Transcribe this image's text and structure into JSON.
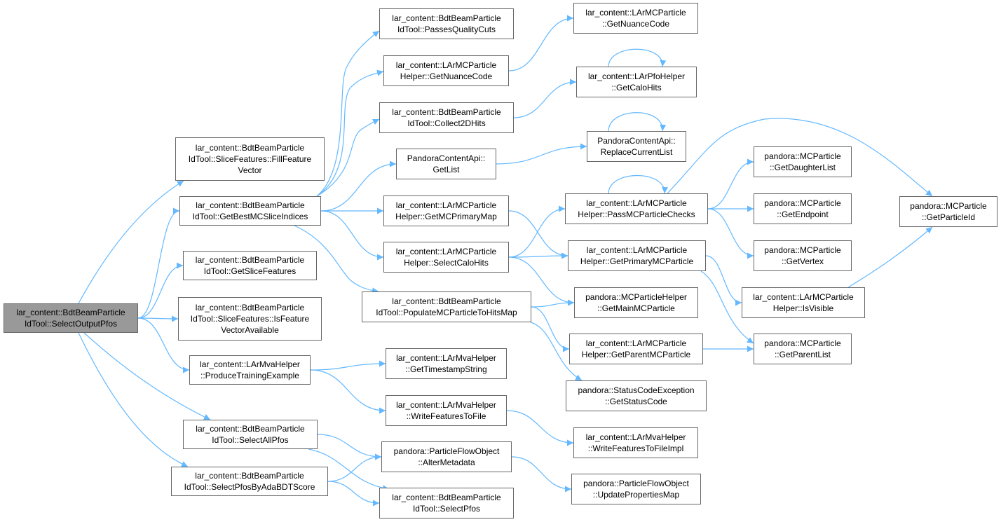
{
  "graph": {
    "edge_color": "#63b8ff",
    "root_fill": "#999999",
    "node_border": "#666666",
    "nodes": [
      {
        "id": "select_output",
        "lines": [
          "lar_content::BdtBeamParticle",
          "IdTool::SelectOutputPfos"
        ],
        "root": true
      },
      {
        "id": "fill_feature_vector",
        "lines": [
          "lar_content::BdtBeamParticle",
          "IdTool::SliceFeatures::FillFeature",
          "Vector"
        ]
      },
      {
        "id": "get_best_mc_slice",
        "lines": [
          "lar_content::BdtBeamParticle",
          "IdTool::GetBestMCSliceIndices"
        ]
      },
      {
        "id": "get_slice_features",
        "lines": [
          "lar_content::BdtBeamParticle",
          "IdTool::GetSliceFeatures"
        ]
      },
      {
        "id": "is_feature_vector_available",
        "lines": [
          "lar_content::BdtBeamParticle",
          "IdTool::SliceFeatures::IsFeature",
          "VectorAvailable"
        ]
      },
      {
        "id": "produce_training_example",
        "lines": [
          "lar_content::LArMvaHelper",
          "::ProduceTrainingExample"
        ]
      },
      {
        "id": "select_all_pfos",
        "lines": [
          "lar_content::BdtBeamParticle",
          "IdTool::SelectAllPfos"
        ]
      },
      {
        "id": "select_pfos_by_ada",
        "lines": [
          "lar_content::BdtBeamParticle",
          "IdTool::SelectPfosByAdaBDTScore"
        ]
      },
      {
        "id": "passes_quality_cuts",
        "lines": [
          "lar_content::BdtBeamParticle",
          "IdTool::PassesQualityCuts"
        ]
      },
      {
        "id": "mchelper_get_nuance",
        "lines": [
          "lar_content::LArMCParticle",
          "Helper::GetNuanceCode"
        ]
      },
      {
        "id": "collect_2d_hits",
        "lines": [
          "lar_content::BdtBeamParticle",
          "IdTool::Collect2DHits"
        ]
      },
      {
        "id": "pandora_get_list",
        "lines": [
          "PandoraContentApi::",
          "GetList"
        ]
      },
      {
        "id": "get_mc_primary_map",
        "lines": [
          "lar_content::LArMCParticle",
          "Helper::GetMCPrimaryMap"
        ]
      },
      {
        "id": "select_calo_hits",
        "lines": [
          "lar_content::LArMCParticle",
          "Helper::SelectCaloHits"
        ]
      },
      {
        "id": "populate_mc_to_hits",
        "lines": [
          "lar_content::BdtBeamParticle",
          "IdTool::PopulateMCParticleToHitsMap"
        ]
      },
      {
        "id": "get_timestamp_string",
        "lines": [
          "lar_content::LArMvaHelper",
          "::GetTimestampString"
        ]
      },
      {
        "id": "write_features_to_file",
        "lines": [
          "lar_content::LArMvaHelper",
          "::WriteFeaturesToFile"
        ]
      },
      {
        "id": "alter_metadata",
        "lines": [
          "pandora::ParticleFlowObject",
          "::AlterMetadata"
        ]
      },
      {
        "id": "select_pfos",
        "lines": [
          "lar_content::BdtBeamParticle",
          "IdTool::SelectPfos"
        ]
      },
      {
        "id": "mcparticle_get_nuance",
        "lines": [
          "lar_content::LArMCParticle",
          "::GetNuanceCode"
        ]
      },
      {
        "id": "pfo_get_calo_hits",
        "lines": [
          "lar_content::LArPfoHelper",
          "::GetCaloHits"
        ]
      },
      {
        "id": "replace_current_list",
        "lines": [
          "PandoraContentApi::",
          "ReplaceCurrentList"
        ]
      },
      {
        "id": "pass_mc_checks",
        "lines": [
          "lar_content::LArMCParticle",
          "Helper::PassMCParticleChecks"
        ]
      },
      {
        "id": "get_primary_mc",
        "lines": [
          "lar_content::LArMCParticle",
          "Helper::GetPrimaryMCParticle"
        ]
      },
      {
        "id": "get_main_mc",
        "lines": [
          "pandora::MCParticleHelper",
          "::GetMainMCParticle"
        ]
      },
      {
        "id": "get_parent_mc",
        "lines": [
          "lar_content::LArMCParticle",
          "Helper::GetParentMCParticle"
        ]
      },
      {
        "id": "get_status_code",
        "lines": [
          "pandora::StatusCodeException",
          "::GetStatusCode"
        ]
      },
      {
        "id": "write_features_impl",
        "lines": [
          "lar_content::LArMvaHelper",
          "::WriteFeaturesToFileImpl"
        ]
      },
      {
        "id": "update_properties_map",
        "lines": [
          "pandora::ParticleFlowObject",
          "::UpdatePropertiesMap"
        ]
      },
      {
        "id": "get_daughter_list",
        "lines": [
          "pandora::MCParticle",
          "::GetDaughterList"
        ]
      },
      {
        "id": "get_endpoint",
        "lines": [
          "pandora::MCParticle",
          "::GetEndpoint"
        ]
      },
      {
        "id": "get_vertex",
        "lines": [
          "pandora::MCParticle",
          "::GetVertex"
        ]
      },
      {
        "id": "is_visible",
        "lines": [
          "lar_content::LArMCParticle",
          "Helper::IsVisible"
        ]
      },
      {
        "id": "get_parent_list",
        "lines": [
          "pandora::MCParticle",
          "::GetParentList"
        ]
      },
      {
        "id": "get_particle_id",
        "lines": [
          "pandora::MCParticle",
          "::GetParticleId"
        ]
      }
    ],
    "edges": [
      [
        "select_output",
        "fill_feature_vector"
      ],
      [
        "select_output",
        "get_best_mc_slice"
      ],
      [
        "select_output",
        "get_slice_features"
      ],
      [
        "select_output",
        "is_feature_vector_available"
      ],
      [
        "select_output",
        "produce_training_example"
      ],
      [
        "select_output",
        "select_all_pfos"
      ],
      [
        "select_output",
        "select_pfos_by_ada"
      ],
      [
        "get_best_mc_slice",
        "passes_quality_cuts"
      ],
      [
        "get_best_mc_slice",
        "mchelper_get_nuance"
      ],
      [
        "get_best_mc_slice",
        "collect_2d_hits"
      ],
      [
        "get_best_mc_slice",
        "pandora_get_list"
      ],
      [
        "get_best_mc_slice",
        "get_mc_primary_map"
      ],
      [
        "get_best_mc_slice",
        "select_calo_hits"
      ],
      [
        "get_best_mc_slice",
        "populate_mc_to_hits"
      ],
      [
        "mchelper_get_nuance",
        "mcparticle_get_nuance"
      ],
      [
        "collect_2d_hits",
        "pfo_get_calo_hits"
      ],
      [
        "pfo_get_calo_hits",
        "pfo_get_calo_hits"
      ],
      [
        "pandora_get_list",
        "replace_current_list"
      ],
      [
        "replace_current_list",
        "replace_current_list"
      ],
      [
        "get_mc_primary_map",
        "get_primary_mc"
      ],
      [
        "select_calo_hits",
        "pass_mc_checks"
      ],
      [
        "select_calo_hits",
        "get_primary_mc"
      ],
      [
        "select_calo_hits",
        "get_main_mc"
      ],
      [
        "populate_mc_to_hits",
        "get_main_mc"
      ],
      [
        "populate_mc_to_hits",
        "get_parent_mc"
      ],
      [
        "populate_mc_to_hits",
        "get_status_code"
      ],
      [
        "pass_mc_checks",
        "pass_mc_checks"
      ],
      [
        "pass_mc_checks",
        "get_daughter_list"
      ],
      [
        "pass_mc_checks",
        "get_endpoint"
      ],
      [
        "pass_mc_checks",
        "get_vertex"
      ],
      [
        "pass_mc_checks",
        "get_particle_id"
      ],
      [
        "get_primary_mc",
        "is_visible"
      ],
      [
        "get_primary_mc",
        "get_parent_list"
      ],
      [
        "get_parent_mc",
        "get_parent_list"
      ],
      [
        "is_visible",
        "get_particle_id"
      ],
      [
        "produce_training_example",
        "get_timestamp_string"
      ],
      [
        "produce_training_example",
        "write_features_to_file"
      ],
      [
        "write_features_to_file",
        "write_features_impl"
      ],
      [
        "select_all_pfos",
        "alter_metadata"
      ],
      [
        "select_all_pfos",
        "select_pfos"
      ],
      [
        "select_pfos_by_ada",
        "alter_metadata"
      ],
      [
        "select_pfos_by_ada",
        "select_pfos"
      ],
      [
        "alter_metadata",
        "update_properties_map"
      ]
    ]
  }
}
